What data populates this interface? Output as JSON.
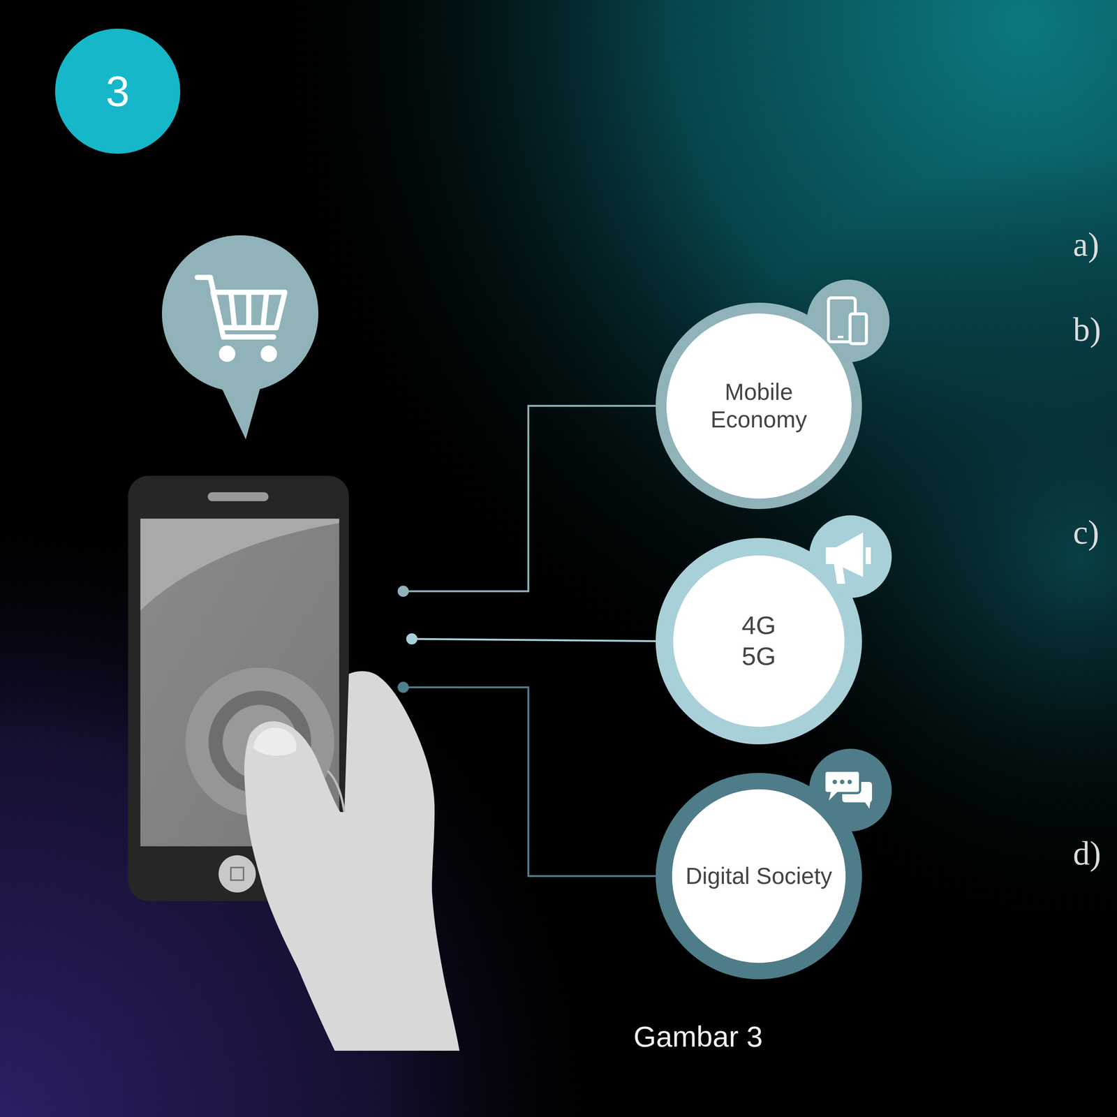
{
  "diagram": {
    "caption": "Gambar 3",
    "nodes": [
      {
        "text": [
          "3"
        ]
      },
      {
        "text": [
          "Mobile Economy"
        ]
      },
      {
        "text": [
          "4G 5G"
        ]
      },
      {
        "text": [
          "Digital Society"
        ]
      }
    ],
    "labels": [
      "a)",
      "b)",
      "c)",
      "d)"
    ]
  }
}
